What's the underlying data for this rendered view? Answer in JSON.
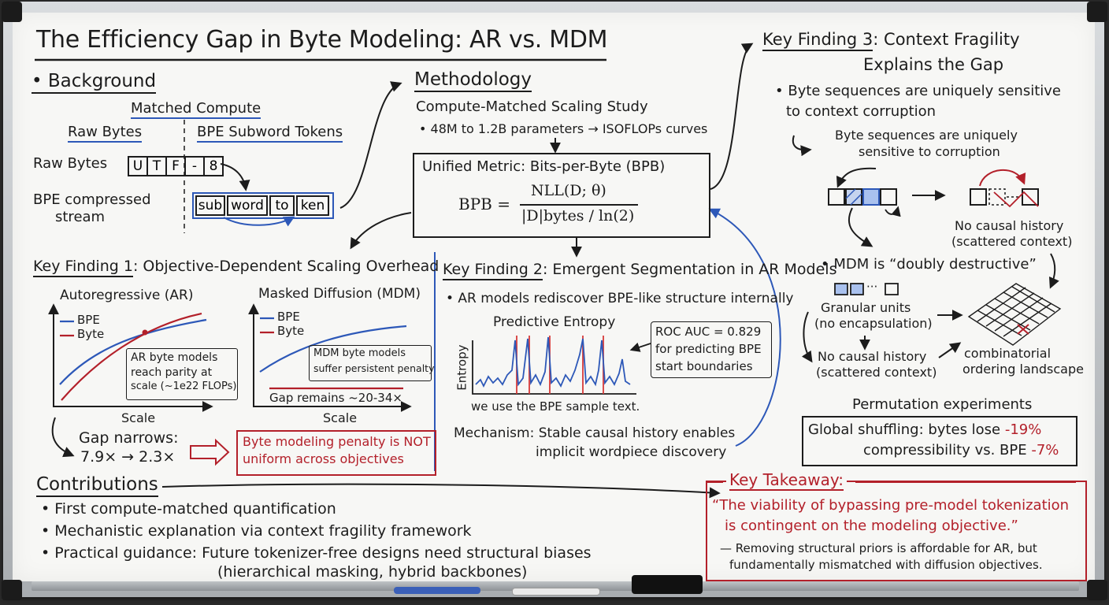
{
  "title": "The Efficiency Gap in Byte Modeling: AR vs. MDM",
  "background": {
    "heading": "• Background",
    "matched": "Matched Compute",
    "col_raw": "Raw Bytes",
    "col_bpe": "BPE Subword Tokens",
    "row_raw": "Raw Bytes",
    "row_bpe_1": "BPE compressed",
    "row_bpe_2": "stream",
    "utf_cells": [
      "U",
      "T",
      "F",
      "-",
      "8"
    ],
    "sub_cells": [
      "sub",
      "word",
      "to",
      "ken"
    ]
  },
  "methodology": {
    "heading": "Methodology",
    "line1": "Compute-Matched Scaling Study",
    "line2": "• 48M to 1.2B parameters → ISOFLOPs curves",
    "metric_title": "Unified Metric: Bits-per-Byte (BPB)",
    "formula_lhs": "BPB =",
    "formula_num": "NLL(D; θ)",
    "formula_den": "|D|bytes / ln(2)"
  },
  "finding1": {
    "heading_key": "Key Finding 1",
    "heading_rest": ": Objective-Dependent Scaling Overhead",
    "ar_title": "Autoregressive (AR)",
    "mdm_title": "Masked Diffusion (MDM)",
    "legend_bpe": "BPE",
    "legend_byte": "Byte",
    "ar_note": [
      "AR byte models",
      "reach parity at",
      "scale (~1e22 FLOPs)"
    ],
    "mdm_note": [
      "MDM byte models",
      "suffer persistent penalty"
    ],
    "gap_remains": "Gap remains ~20-34×",
    "scale_label": "Scale",
    "gap_narrows_1": "Gap narrows:",
    "gap_narrows_2": "7.9× → 2.3×",
    "penalty_1": "Byte modeling penalty is NOT",
    "penalty_2": "uniform across objectives"
  },
  "finding2": {
    "heading_key": "Key Finding 2",
    "heading_rest": ": Emergent Segmentation in AR Models",
    "bullet": "• AR models rediscover BPE-like structure internally",
    "chart_title": "Predictive Entropy",
    "ylabel": "Entropy",
    "caption": "we use the BPE sample text.",
    "roc": [
      "ROC AUC = 0.829",
      "for predicting BPE",
      "start boundaries"
    ],
    "mech_1": "Mechanism: Stable causal history enables",
    "mech_2": "implicit wordpiece discovery"
  },
  "finding3": {
    "heading_key": "Key Finding 3",
    "heading_rest_1": ": Context Fragility",
    "heading_rest_2": "Explains the Gap",
    "bullet_1": "• Byte sequences are uniquely sensitive",
    "bullet_2": "to context corruption",
    "sub_1": "Byte sequences are uniquely",
    "sub_2": "sensitive to corruption",
    "no_causal_1": "No causal history",
    "no_causal_2": "(scattered context)",
    "mdm_destructive": "• MDM is “doubly destructive”",
    "granular_1": "Granular units",
    "granular_2": "(no encapsulation)",
    "no_causal_b1": "No causal history",
    "no_causal_b2": "(scattered context)",
    "combi_1": "combinatorial",
    "combi_2": "ordering landscape",
    "perm_title": "Permutation experiments",
    "perm_1a": "Global shuffling: bytes lose ",
    "perm_1b": "-19%",
    "perm_2a": "compressibility vs. BPE ",
    "perm_2b": "-7%"
  },
  "contributions": {
    "heading": "Contributions",
    "items": [
      "• First compute-matched quantification",
      "• Mechanistic explanation via context fragility framework",
      "• Practical guidance: Future tokenizer-free designs need structural biases",
      "(hierarchical masking, hybrid backbones)"
    ]
  },
  "takeaway": {
    "heading": "Key Takeaway:",
    "quote_1": "“The viability of bypassing pre-model tokenization",
    "quote_2": "is contingent on the modeling objective.”",
    "note_1": "— Removing structural priors is affordable for AR, but",
    "note_2": "fundamentally mismatched with diffusion objectives."
  },
  "colors": {
    "ink": "#1c1c1c",
    "red": "#b3202a",
    "blue": "#2d58b8"
  }
}
